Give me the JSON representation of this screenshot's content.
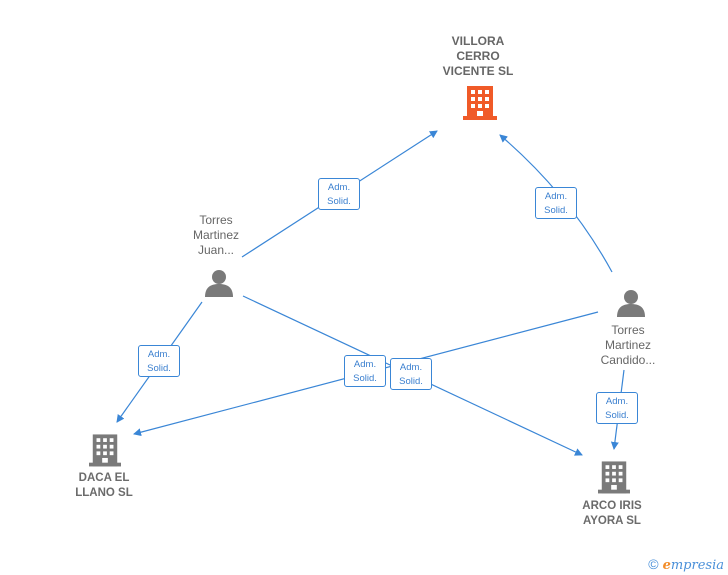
{
  "nodes": {
    "villora": {
      "label": [
        "VILLORA",
        "CERRO",
        "VICENTE  SL"
      ],
      "type": "company",
      "color": "#f05a28"
    },
    "daca": {
      "label": [
        "DACA EL",
        "LLANO  SL"
      ],
      "type": "company",
      "color": "#7a7a7a"
    },
    "arco": {
      "label": [
        "ARCO IRIS",
        "AYORA SL"
      ],
      "type": "company",
      "color": "#7a7a7a"
    },
    "juan": {
      "label": [
        "Torres",
        "Martinez",
        "Juan..."
      ],
      "type": "person",
      "color": "#7a7a7a"
    },
    "candido": {
      "label": [
        "Torres",
        "Martinez",
        "Candido..."
      ],
      "type": "person",
      "color": "#7a7a7a"
    }
  },
  "edges": [
    {
      "from": "juan",
      "to": "villora",
      "label": [
        "Adm.",
        "Solid."
      ]
    },
    {
      "from": "candido",
      "to": "villora",
      "label": [
        "Adm.",
        "Solid."
      ]
    },
    {
      "from": "juan",
      "to": "daca",
      "label": [
        "Adm.",
        "Solid."
      ]
    },
    {
      "from": "candido",
      "to": "daca",
      "label": [
        "Adm.",
        "Solid."
      ]
    },
    {
      "from": "juan",
      "to": "arco",
      "label": [
        "Adm.",
        "Solid."
      ]
    },
    {
      "from": "candido",
      "to": "arco",
      "label": [
        "Adm.",
        "Solid."
      ]
    }
  ],
  "edge_color": "#3a86d6",
  "footer": {
    "copyright": "©",
    "brand_initial": "e",
    "brand_rest": "mpresia"
  }
}
